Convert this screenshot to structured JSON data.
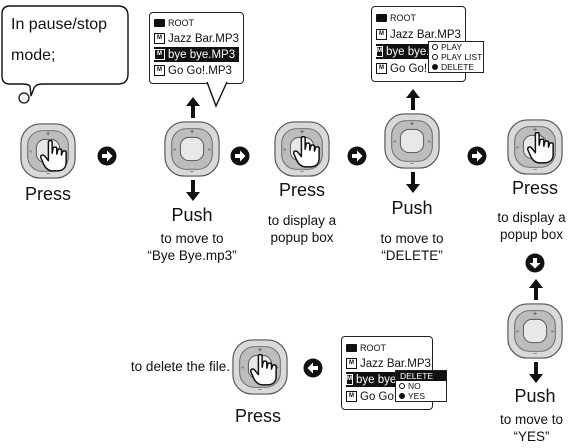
{
  "bubble": {
    "line1": "In pause/stop",
    "line2": "mode;"
  },
  "screen1": {
    "root": "ROOT",
    "files": [
      "Jazz Bar.MP3",
      "bye bye.MP3",
      "Go Go!.MP3"
    ]
  },
  "screen2": {
    "root": "ROOT",
    "files": [
      "Jazz Bar.MP3",
      "bye bye.M",
      "Go Go!.MF"
    ],
    "popup": [
      "PLAY",
      "PLAY LIST",
      "DELETE"
    ]
  },
  "screen3": {
    "root": "ROOT",
    "files": [
      "Jazz Bar.MP3",
      "bye bye.M",
      "Go Go!.MF"
    ],
    "popup_title": "DELETE",
    "popup": [
      "NO",
      "YES"
    ]
  },
  "steps": {
    "s1": {
      "action": "Press"
    },
    "s2": {
      "action": "Push",
      "l1": "to move to",
      "l2": "“Bye Bye.mp3”"
    },
    "s3": {
      "action": "Press",
      "l1": "to display a",
      "l2": "popup box"
    },
    "s4": {
      "action": "Push",
      "l1": "to move to",
      "l2": "“DELETE”"
    },
    "s5": {
      "action": "Press",
      "l1": "to display a",
      "l2": "popup box"
    },
    "s6": {
      "action": "Push",
      "l1": "to move to",
      "l2": "“YES”"
    },
    "s7": {
      "action": "Press",
      "l1": "to delete the file."
    }
  },
  "icons": {
    "remote": "remote-control-icon",
    "hand": "pressing-hand-icon",
    "flow": "flow-arrow-icon"
  }
}
